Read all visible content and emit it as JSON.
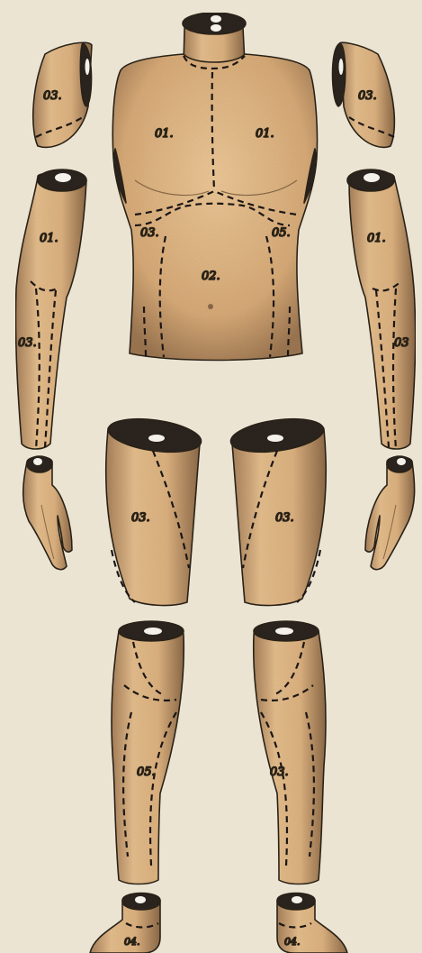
{
  "colors": {
    "background": "#ece4d3",
    "skin_light": "#e6be8e",
    "skin_mid": "#c89a68",
    "skin_shadow": "#8a6a48",
    "cut_face": "#2b2520",
    "socket": "#fbf8f1",
    "outline": "#2a2118",
    "seam": "#1e1914"
  },
  "labels": {
    "upper_arm_left": "03.",
    "upper_arm_right": "03.",
    "chest_left": "01.",
    "chest_right": "01.",
    "abdomen": "02.",
    "side_left": "03.",
    "side_right": "05.",
    "forearm_top_left": "01.",
    "forearm_top_right": "01.",
    "forearm_low_left": "03.",
    "forearm_low_right": "03",
    "thigh_left": "03.",
    "thigh_right": "03.",
    "shin_left": "05.",
    "shin_right": "03.",
    "foot_left": "04.",
    "foot_right": "04."
  }
}
